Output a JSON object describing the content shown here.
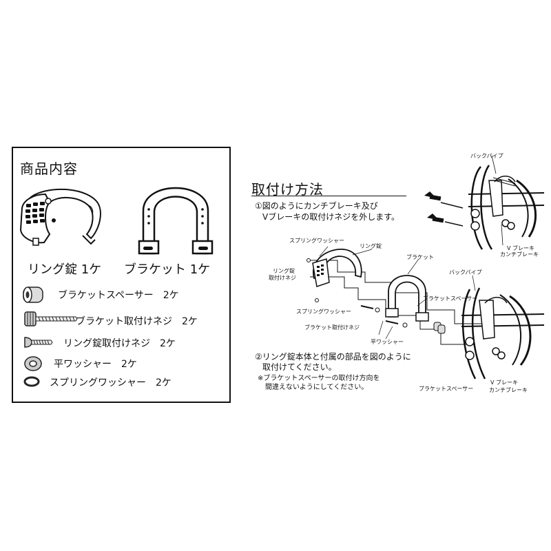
{
  "contents": {
    "title": "商品内容",
    "ring_lock_caption": "リング錠 1ケ",
    "bracket_caption": "ブラケット 1ケ",
    "parts": [
      "ブラケットスペーサー　2ケ",
      "ブラケット取付けネジ　2ケ",
      "リング錠取付けネジ　2ケ",
      "平ワッシャー　2ケ",
      "スプリングワッシャー　2ケ"
    ]
  },
  "installation": {
    "title": "取付け方法",
    "step1_line1": "①図のようにカンチブレーキ及び",
    "step1_line2": "Vブレーキの取付けネジを外します。",
    "step2_line1": "②リング錠本体と付属の部品を図のように",
    "step2_line2": "取付けてください。",
    "note_line1": "※ブラケットスペーサーの取付け方向を",
    "note_line2": "間違えないようにしてください。"
  },
  "diagram1": {
    "back_pipe": "バックパイプ",
    "v_brake": "V ブレーキ",
    "cantilever_brake": "カンチブレーキ"
  },
  "diagram2": {
    "spring_washer_top": "スプリングワッシャー",
    "ring_lock": "リング錠",
    "bracket": "ブラケット",
    "ring_lock_screw_line1": "リング錠",
    "ring_lock_screw_line2": "取付けネジ",
    "spring_washer_bottom": "スプリングワッシャー",
    "bracket_screw": "ブラケット取付けネジ",
    "bracket_spacer_upper": "ブラケットスペーサー",
    "back_pipe": "バックパイプ",
    "flat_washer": "平ワッシャー",
    "bracket_spacer_lower": "ブラケットスペーサー",
    "v_brake": "V ブレーキ",
    "cantilever_brake": "カンチブレーキ"
  }
}
